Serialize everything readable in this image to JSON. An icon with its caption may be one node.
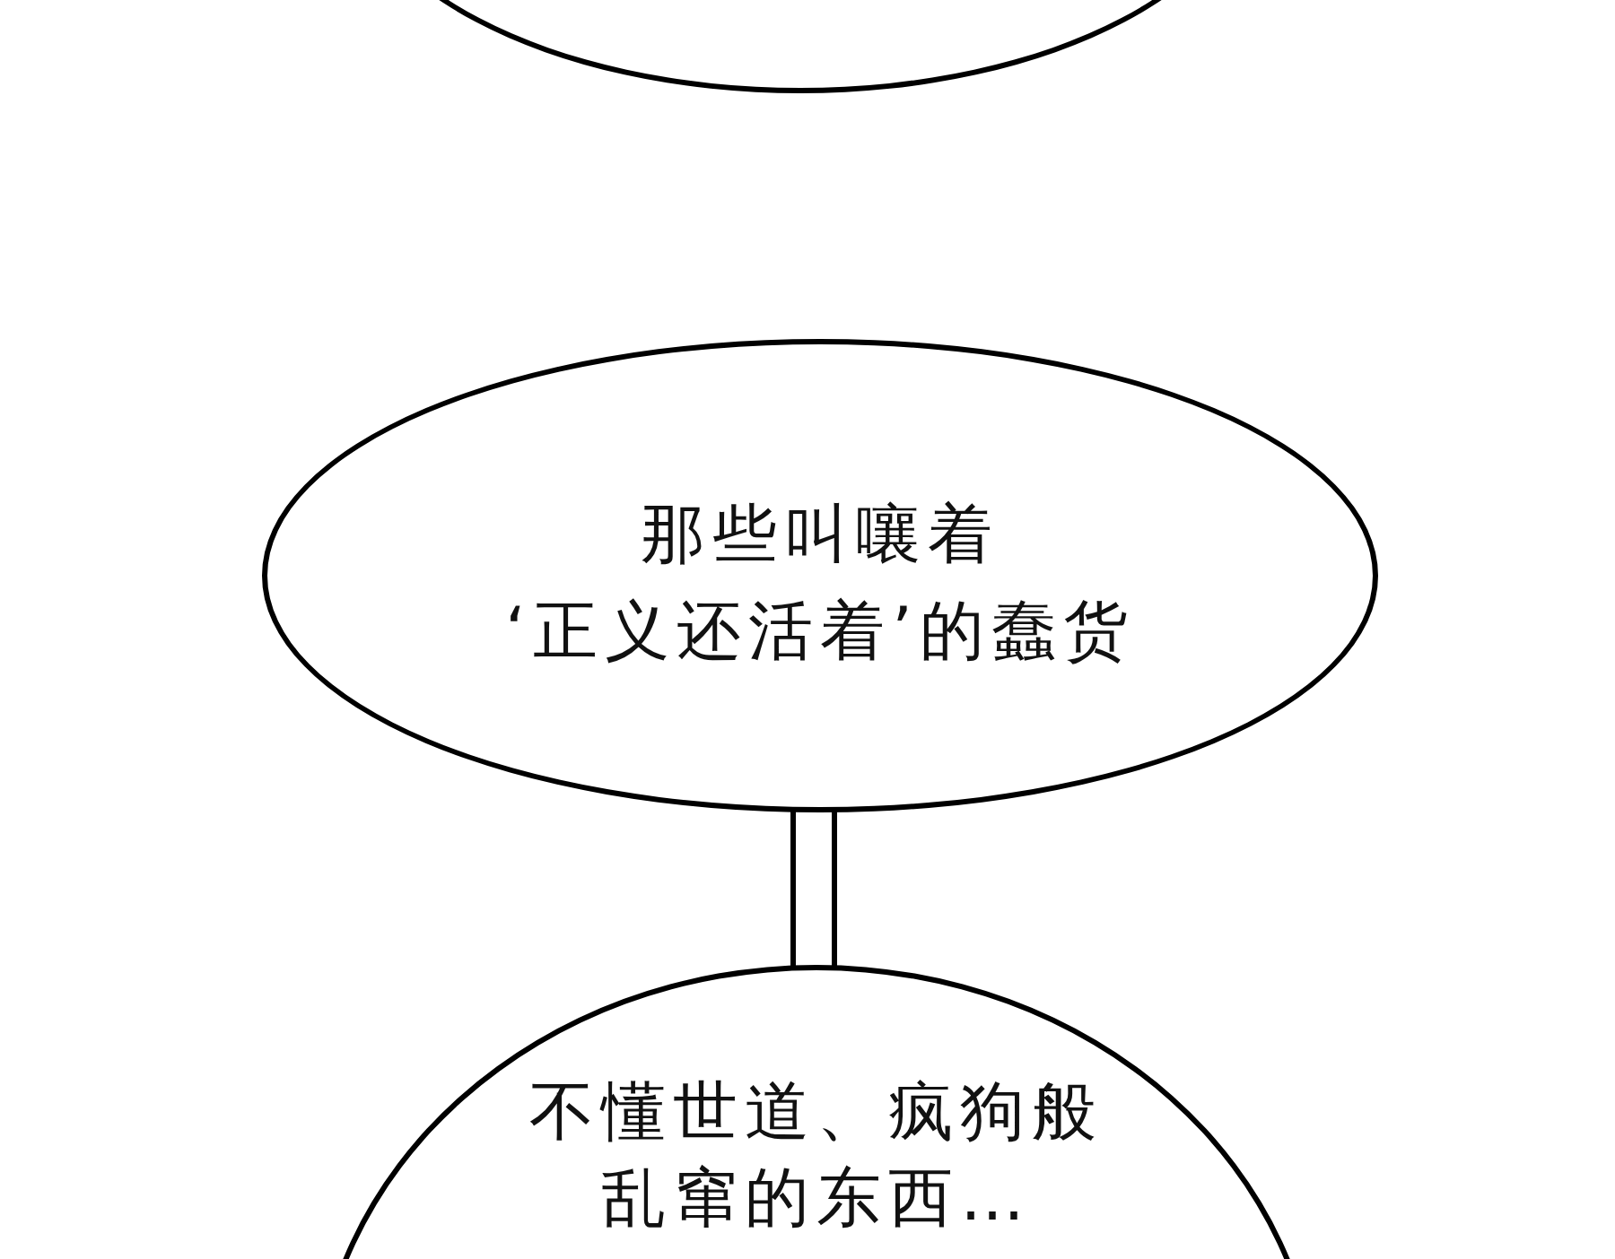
{
  "diagram": {
    "nodes": [
      {
        "text": [],
        "shape": "circle"
      },
      {
        "text": [
          "那些叫嚷着‘正义还活着’的蠢货"
        ]
      },
      {
        "text": [
          "不懂世道、疯狗般乱窜的东西…"
        ]
      }
    ],
    "edges": [
      {
        "from": 1,
        "to": 2,
        "arrow": "none"
      }
    ]
  }
}
